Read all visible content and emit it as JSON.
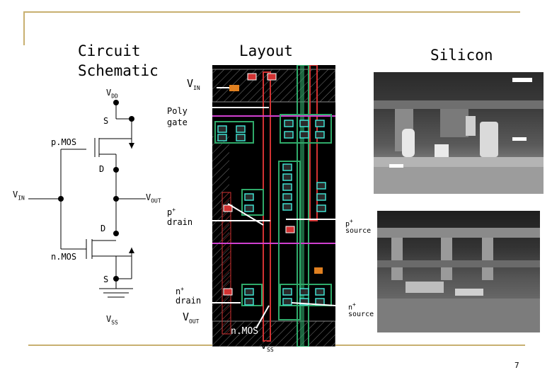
{
  "headings": {
    "schematic_line1": "Circuit",
    "schematic_line2": "Schematic",
    "layout": "Layout",
    "silicon": "Silicon"
  },
  "schematic": {
    "vdd": "V",
    "vdd_sub": "DD",
    "s_top": "S",
    "pmos": "p.MOS",
    "d_top": "D",
    "vin": "V",
    "vin_sub": "IN",
    "vout": "V",
    "vout_sub": "OUT",
    "d_bottom": "D",
    "nmos": "n.MOS",
    "s_bottom": "S",
    "vss": "V",
    "vss_sub": "SS"
  },
  "layout_labels": {
    "vin": "V",
    "vin_sub": "IN",
    "poly_gate_1": "Poly",
    "poly_gate_2": "gate",
    "p_drain_1": "p",
    "p_drain_sup": "+",
    "p_drain_2": "drain",
    "p_source_1": "p",
    "p_source_sup": "+",
    "p_source_2": "source",
    "n_drain_1": "n",
    "n_drain_sup": "+",
    "n_drain_2": "drain",
    "n_source_1": "n",
    "n_source_sup": "+",
    "n_source_2": "source",
    "vout": "V",
    "vout_sub": "OUT",
    "nmos": "n.MOS",
    "vss": "V",
    "vss_sub": "SS"
  },
  "page_number": "7",
  "colors": {
    "frame": "#c8b070",
    "layout_bg": "#000000",
    "metal_red": "#d23232",
    "diffusion_green": "#2faa6a",
    "contact_cyan": "#40e0d0",
    "poly_magenta": "#d040d0",
    "contact_orange": "#e08020"
  }
}
